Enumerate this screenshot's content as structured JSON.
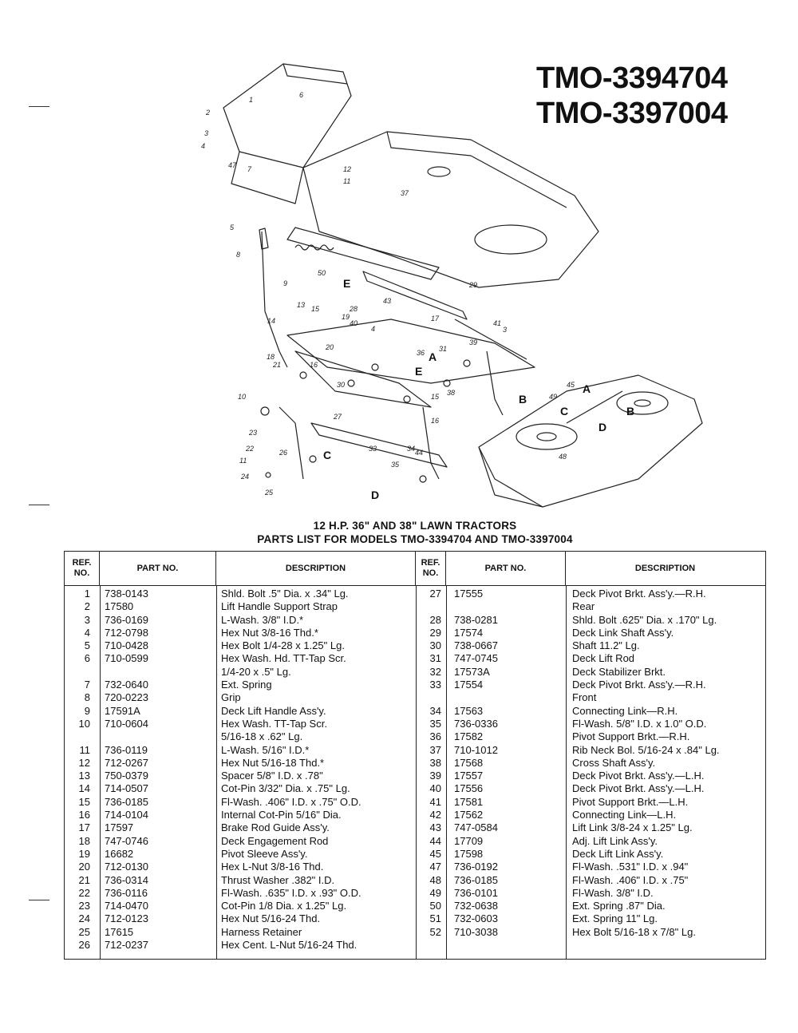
{
  "models": [
    "TMO-3394704",
    "TMO-3397004"
  ],
  "title_line1": "12 H.P. 36\" AND 38\" LAWN TRACTORS",
  "title_line2": "PARTS LIST FOR MODELS TMO-3394704 AND TMO-3397004",
  "headers": {
    "ref": "REF. NO.",
    "part": "PART NO.",
    "desc": "DESCRIPTION"
  },
  "left_rows": [
    {
      "ref": "1",
      "part": "738-0143",
      "desc": "Shld. Bolt .5\" Dia. x .34\" Lg."
    },
    {
      "ref": "2",
      "part": "17580",
      "desc": "Lift Handle Support Strap"
    },
    {
      "ref": "3",
      "part": "736-0169",
      "desc": "L-Wash. 3/8\" I.D.*"
    },
    {
      "ref": "4",
      "part": "712-0798",
      "desc": "Hex Nut 3/8-16 Thd.*"
    },
    {
      "ref": "5",
      "part": "710-0428",
      "desc": "Hex Bolt 1/4-28 x 1.25\" Lg."
    },
    {
      "ref": "6",
      "part": "710-0599",
      "desc": "Hex Wash. Hd. TT-Tap Scr."
    },
    {
      "ref": "",
      "part": "",
      "desc": "    1/4-20 x .5\" Lg."
    },
    {
      "ref": "7",
      "part": "732-0640",
      "desc": "Ext. Spring"
    },
    {
      "ref": "8",
      "part": "720-0223",
      "desc": "Grip"
    },
    {
      "ref": "9",
      "part": "17591A",
      "desc": "Deck Lift Handle Ass'y."
    },
    {
      "ref": "10",
      "part": "710-0604",
      "desc": "Hex Wash. TT-Tap Scr."
    },
    {
      "ref": "",
      "part": "",
      "desc": "    5/16-18 x .62\" Lg."
    },
    {
      "ref": "11",
      "part": "736-0119",
      "desc": "L-Wash. 5/16\" I.D.*"
    },
    {
      "ref": "12",
      "part": "712-0267",
      "desc": "Hex Nut 5/16-18 Thd.*"
    },
    {
      "ref": "13",
      "part": "750-0379",
      "desc": "Spacer 5/8\" I.D. x .78\""
    },
    {
      "ref": "14",
      "part": "714-0507",
      "desc": "Cot-Pin 3/32\" Dia. x .75\" Lg."
    },
    {
      "ref": "15",
      "part": "736-0185",
      "desc": "Fl-Wash. .406\" I.D. x .75\" O.D."
    },
    {
      "ref": "16",
      "part": "714-0104",
      "desc": "Internal Cot-Pin 5/16\" Dia."
    },
    {
      "ref": "17",
      "part": "17597",
      "desc": "Brake Rod Guide Ass'y."
    },
    {
      "ref": "18",
      "part": "747-0746",
      "desc": "Deck Engagement Rod"
    },
    {
      "ref": "19",
      "part": "16682",
      "desc": "Pivot Sleeve Ass'y."
    },
    {
      "ref": "20",
      "part": "712-0130",
      "desc": "Hex L-Nut 3/8-16 Thd."
    },
    {
      "ref": "21",
      "part": "736-0314",
      "desc": "Thrust Washer .382\" I.D."
    },
    {
      "ref": "22",
      "part": "736-0116",
      "desc": "Fl-Wash. .635\" I.D. x .93\" O.D."
    },
    {
      "ref": "23",
      "part": "714-0470",
      "desc": "Cot-Pin 1/8 Dia. x 1.25\" Lg."
    },
    {
      "ref": "24",
      "part": "712-0123",
      "desc": "Hex Nut 5/16-24 Thd."
    },
    {
      "ref": "25",
      "part": "17615",
      "desc": "Harness Retainer"
    },
    {
      "ref": "26",
      "part": "712-0237",
      "desc": "Hex Cent. L-Nut 5/16-24 Thd."
    }
  ],
  "right_rows": [
    {
      "ref": "27",
      "part": "17555",
      "desc": "Deck Pivot Brkt. Ass'y.—R.H."
    },
    {
      "ref": "",
      "part": "",
      "desc": "    Rear"
    },
    {
      "ref": "28",
      "part": "738-0281",
      "desc": "Shld. Bolt .625\" Dia. x .170\" Lg."
    },
    {
      "ref": "29",
      "part": "17574",
      "desc": "Deck Link Shaft Ass'y."
    },
    {
      "ref": "30",
      "part": "738-0667",
      "desc": "Shaft 11.2\" Lg."
    },
    {
      "ref": "31",
      "part": "747-0745",
      "desc": "Deck Lift Rod"
    },
    {
      "ref": "32",
      "part": "17573A",
      "desc": "Deck Stabilizer Brkt."
    },
    {
      "ref": "33",
      "part": "17554",
      "desc": "Deck Pivot Brkt. Ass'y.—R.H."
    },
    {
      "ref": "",
      "part": "",
      "desc": "    Front"
    },
    {
      "ref": "34",
      "part": "17563",
      "desc": "Connecting Link—R.H."
    },
    {
      "ref": "35",
      "part": "736-0336",
      "desc": "Fl-Wash. 5/8\" I.D. x 1.0\" O.D."
    },
    {
      "ref": "36",
      "part": "17582",
      "desc": "Pivot Support Brkt.—R.H."
    },
    {
      "ref": "37",
      "part": "710-1012",
      "desc": "Rib Neck Bol. 5/16-24 x .84\" Lg."
    },
    {
      "ref": "38",
      "part": "17568",
      "desc": "Cross Shaft Ass'y."
    },
    {
      "ref": "39",
      "part": "17557",
      "desc": "Deck Pivot Brkt. Ass'y.—L.H."
    },
    {
      "ref": "40",
      "part": "17556",
      "desc": "Deck Pivot Brkt. Ass'y.—L.H."
    },
    {
      "ref": "41",
      "part": "17581",
      "desc": "Pivot Support Brkt.—L.H."
    },
    {
      "ref": "42",
      "part": "17562",
      "desc": "Connecting Link—L.H."
    },
    {
      "ref": "43",
      "part": "747-0584",
      "desc": "Lift Link 3/8-24 x 1.25\" Lg."
    },
    {
      "ref": "44",
      "part": "17709",
      "desc": "Adj. Lift Link Ass'y."
    },
    {
      "ref": "45",
      "part": "17598",
      "desc": "Deck Lift Link Ass'y."
    },
    {
      "ref": "47",
      "part": "736-0192",
      "desc": "Fl-Wash. .531\" I.D. x .94\""
    },
    {
      "ref": "48",
      "part": "736-0185",
      "desc": "Fl-Wash. .406\" I.D. x .75\""
    },
    {
      "ref": "49",
      "part": "736-0101",
      "desc": "Fl-Wash. 3/8\" I.D."
    },
    {
      "ref": "50",
      "part": "732-0638",
      "desc": "Ext. Spring .87\" Dia."
    },
    {
      "ref": "51",
      "part": "732-0603",
      "desc": "Ext. Spring 11\" Lg."
    },
    {
      "ref": "52",
      "part": "710-3038",
      "desc": "Hex Bolt 5/16-18 x 7/8\" Lg."
    }
  ],
  "diagram": {
    "callouts": [
      "1",
      "2",
      "3",
      "4",
      "47",
      "6",
      "12",
      "11",
      "37",
      "7",
      "5",
      "8",
      "50",
      "9",
      "13",
      "15",
      "14",
      "18",
      "21",
      "16",
      "20",
      "19",
      "10",
      "23",
      "22",
      "11",
      "24",
      "25",
      "26",
      "27",
      "28",
      "40",
      "4",
      "17",
      "36",
      "31",
      "39",
      "43",
      "38",
      "45",
      "15",
      "16",
      "41",
      "3",
      "29",
      "30",
      "34",
      "35",
      "33",
      "44",
      "48",
      "49"
    ],
    "letters": [
      "E",
      "A",
      "E",
      "B",
      "C",
      "D",
      "A",
      "B",
      "C",
      "D"
    ]
  }
}
